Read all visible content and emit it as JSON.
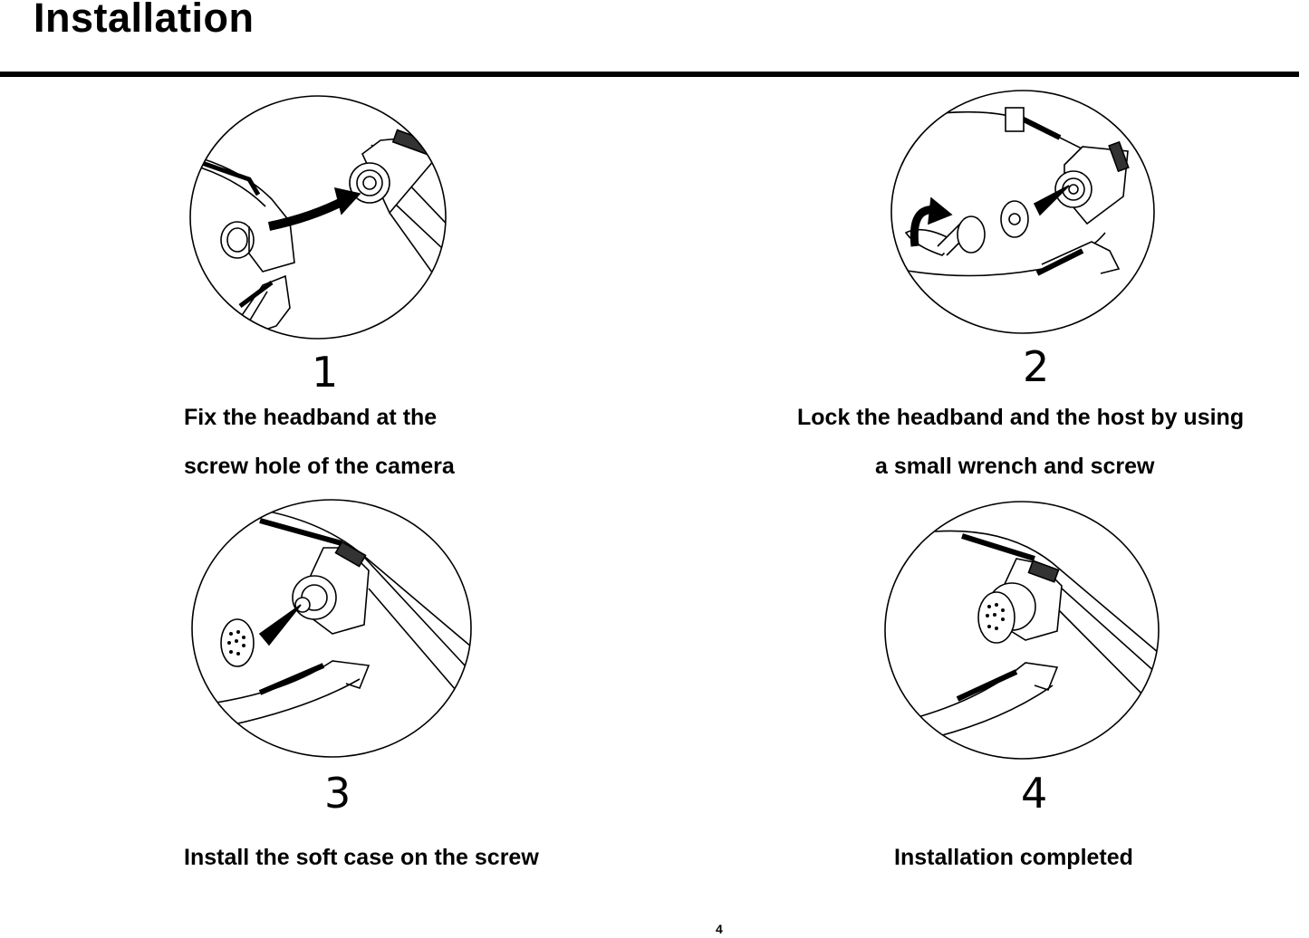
{
  "page": {
    "title": "Installation",
    "page_number": "4"
  },
  "steps": [
    {
      "number": "1",
      "caption_line1": "Fix the headband at the",
      "caption_line2": "screw hole of the camera"
    },
    {
      "number": "2",
      "caption_line1": "Lock the headband and the host by using",
      "caption_line2": "a small wrench and screw"
    },
    {
      "number": "3",
      "caption_line1": "Install the soft case on the screw"
    },
    {
      "number": "4",
      "caption_line1": "Installation completed"
    }
  ]
}
